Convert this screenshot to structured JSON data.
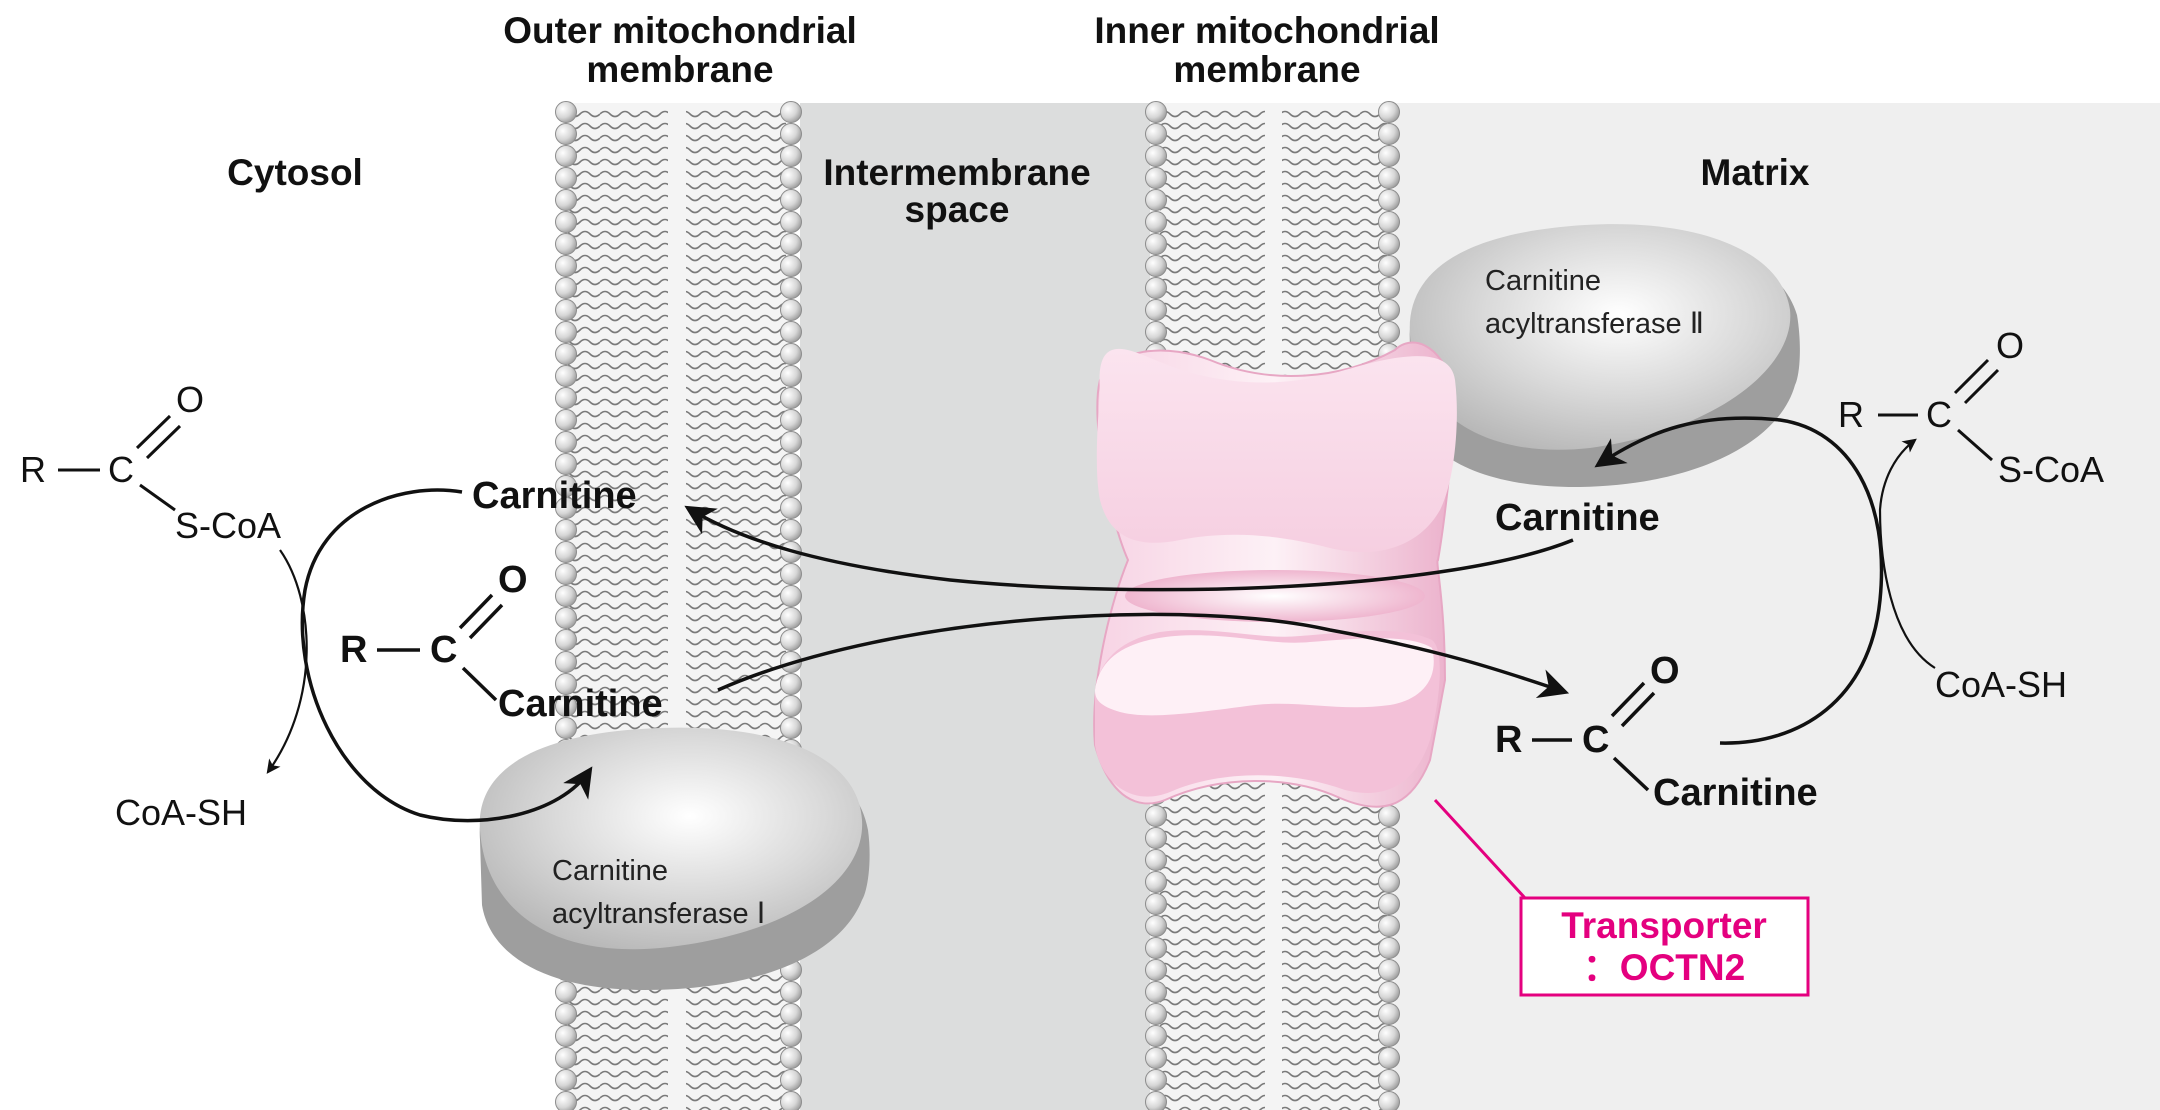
{
  "regions": {
    "cytosol": "Cytosol",
    "outer_membrane": [
      "Outer mitochondrial",
      "membrane"
    ],
    "intermembrane_space": [
      "Intermembrane",
      "space"
    ],
    "inner_membrane": [
      "Inner mitochondrial",
      "membrane"
    ],
    "matrix": "Matrix"
  },
  "enzymes": {
    "cat1": [
      "Carnitine",
      "acyltransferase Ⅰ"
    ],
    "cat2": [
      "Carnitine",
      "acyltransferase Ⅱ"
    ]
  },
  "transporter": [
    "Transporter",
    "：OCTN2"
  ],
  "molecules": {
    "r": "R",
    "c": "C",
    "o": "O",
    "scoa": "S-CoA",
    "coash": "CoA-SH",
    "carnitine": "Carnitine"
  },
  "colors": {
    "intermembrane": "#dcdddd",
    "matrix": "#efefef",
    "lipid_head": "#d3d3d3",
    "enzyme": "#bdbdbd",
    "transporter": "#f5c6dc",
    "accent": "#e4007f"
  }
}
